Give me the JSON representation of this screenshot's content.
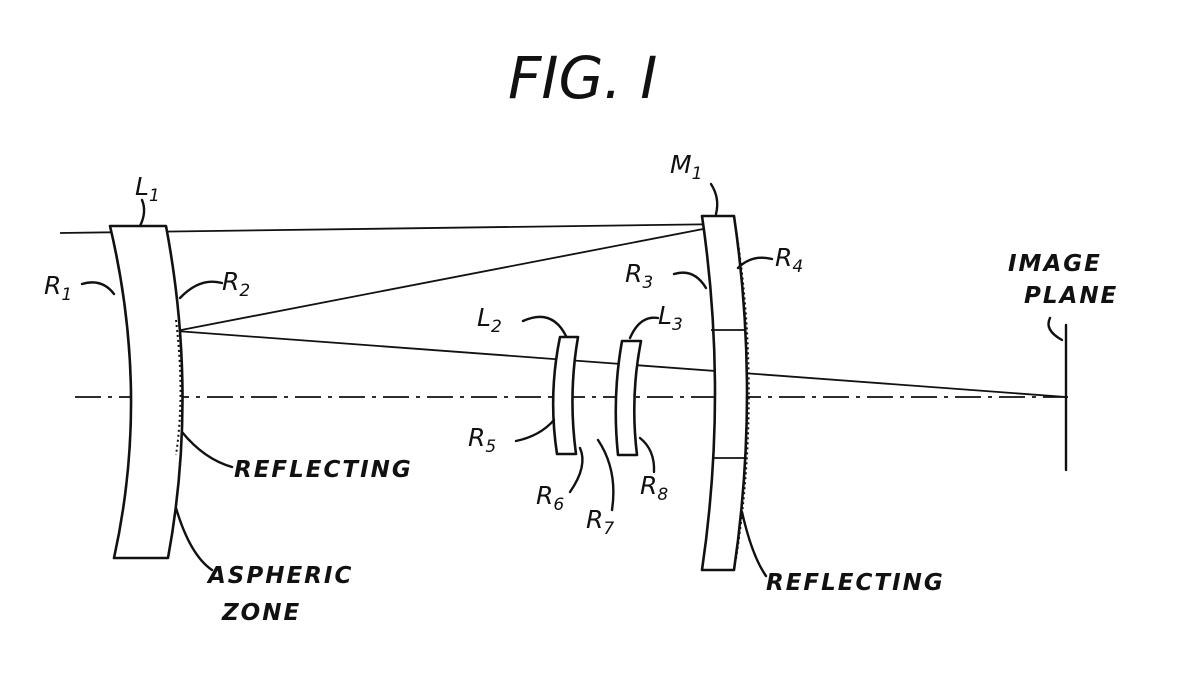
{
  "figure": {
    "title": "FIG. I"
  },
  "labels": {
    "L1": {
      "main": "L",
      "sub": "1"
    },
    "M1": {
      "main": "M",
      "sub": "1"
    },
    "L2": {
      "main": "L",
      "sub": "2"
    },
    "L3": {
      "main": "L",
      "sub": "3"
    },
    "R1": {
      "main": "R",
      "sub": "1"
    },
    "R2": {
      "main": "R",
      "sub": "2"
    },
    "R3": {
      "main": "R",
      "sub": "3"
    },
    "R4": {
      "main": "R",
      "sub": "4"
    },
    "R5": {
      "main": "R",
      "sub": "5"
    },
    "R6": {
      "main": "R",
      "sub": "6"
    },
    "R7": {
      "main": "R",
      "sub": "7"
    },
    "R8": {
      "main": "R",
      "sub": "8"
    }
  },
  "annotations": {
    "reflecting_left": "REFLECTING",
    "reflecting_right": "REFLECTING",
    "aspheric_line1": "ASPHERIC",
    "aspheric_line2": "ZONE",
    "image_plane_line1": "IMAGE",
    "image_plane_line2": "PLANE"
  }
}
